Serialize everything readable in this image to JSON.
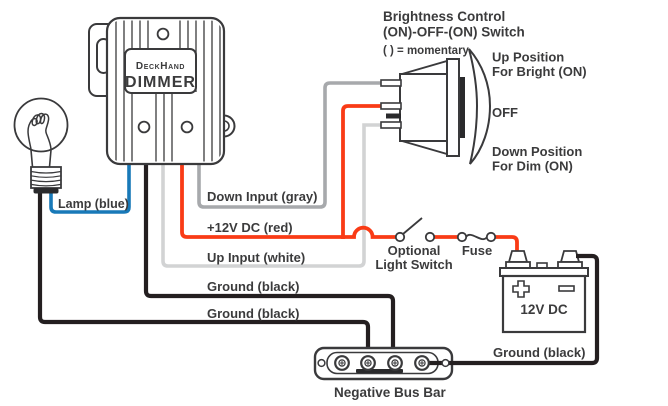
{
  "colors": {
    "wire_blue": "#1879b8",
    "wire_red": "#f93b16",
    "wire_gray": "#a7a9ac",
    "wire_white": "#d2d3d4",
    "wire_black": "#241f20",
    "ink": "#3a3a3c",
    "text": "#3b3b3c"
  },
  "module": {
    "brand": "DeckHand",
    "model": "DIMMER"
  },
  "lamp": {
    "label": "Lamp (blue)"
  },
  "wires": {
    "down_input": "Down Input (gray)",
    "power": "+12V DC (red)",
    "up_input": "Up Input (white)",
    "ground_dimmer": "Ground (black)",
    "ground_lamp": "Ground (black)",
    "ground_battery": "Ground (black)"
  },
  "rocker_switch": {
    "title_line1": "Brightness Control",
    "title_line2": "(ON)-OFF-(ON) Switch",
    "note": "( ) = momentary",
    "up_line1": "Up Position",
    "up_line2": "For Bright (ON)",
    "off": "OFF",
    "down_line1": "Down Position",
    "down_line2": "For Dim (ON)"
  },
  "inline_components": {
    "optional_line1": "Optional",
    "optional_line2": "Light Switch",
    "fuse": "Fuse"
  },
  "battery": {
    "label": "12V DC"
  },
  "bus_bar": {
    "label": "Negative Bus Bar"
  }
}
